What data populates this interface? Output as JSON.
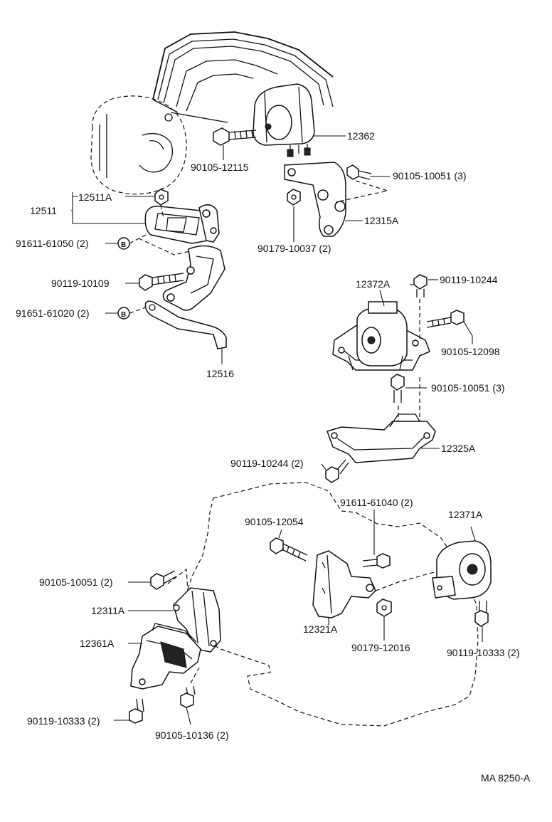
{
  "diagram": {
    "parts": {
      "p12362": "12362",
      "p90105_12115": "90105-12115",
      "p90105_10051_3a": "90105-10051 (3)",
      "p12511": "12511",
      "p12511A": "12511A",
      "p91611_61050": "91611-61050 (2)",
      "p90179_10037": "90179-10037 (2)",
      "p12315A": "12315A",
      "p90119_10109": "90119-10109",
      "p91651_61020": "91651-61020 (2)",
      "p12516": "12516",
      "p12372A": "12372A",
      "p90119_10244": "90119-10244",
      "p90105_12098": "90105-12098",
      "p90105_10051_3b": "90105-10051 (3)",
      "p12325A": "12325A",
      "p90119_10244_2": "90119-10244 (2)",
      "p91611_61040": "91611-61040 (2)",
      "p90105_12054": "90105-12054",
      "p12371A": "12371A",
      "p90105_10051_2": "90105-10051 (2)",
      "p12311A": "12311A",
      "p12361A": "12361A",
      "p12321A": "12321A",
      "p90179_12016": "90179-12016",
      "p90119_10333_2a": "90119-10333 (2)",
      "p90119_10333_2b": "90119-10333 (2)",
      "p90105_10136": "90105-10136 (2)"
    },
    "callout_b": "B",
    "figure_code": "MA 8250-A"
  }
}
